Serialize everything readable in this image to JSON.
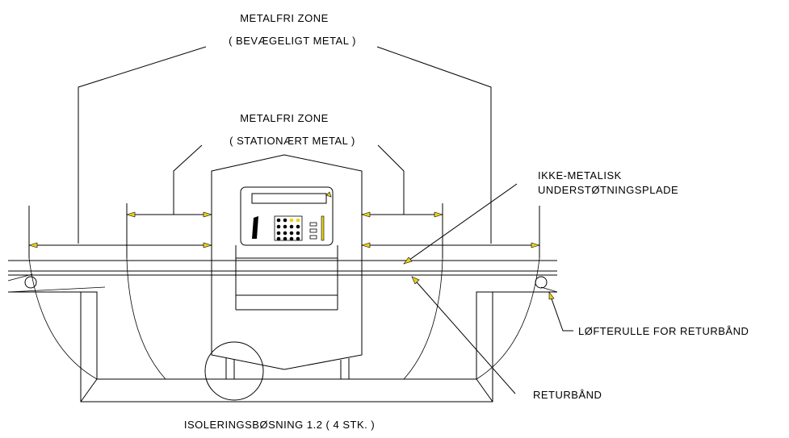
{
  "labels": {
    "zone_moving_title": "METALFRI ZONE",
    "zone_moving_sub": "( BEVÆGELIGT METAL )",
    "zone_static_title": "METALFRI ZONE",
    "zone_static_sub": "( STATIONÆRT METAL )",
    "plate_line1": "IKKE-METALISK",
    "plate_line2": "UNDERSTØTNINGSPLADE",
    "roller": "LØFTERULLE FOR RETURBÅND",
    "return_belt": "RETURBÅND",
    "bushing": "ISOLERINGSBØSNING 1.2 ( 4 STK. )"
  },
  "colors": {
    "line": "#000000",
    "accent": "#e8d21c",
    "background": "#ffffff"
  }
}
